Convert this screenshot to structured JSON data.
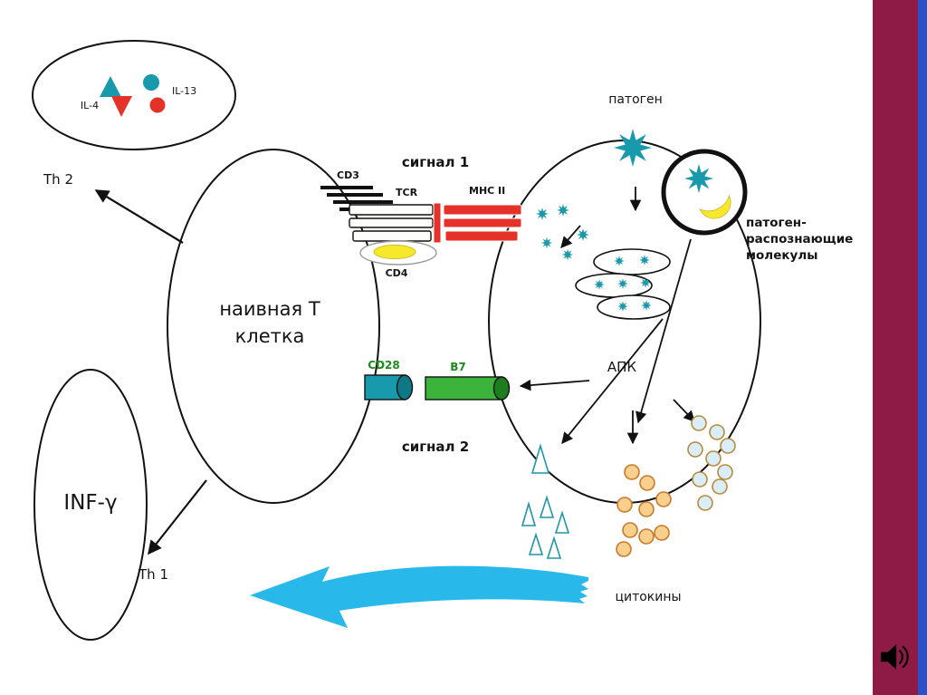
{
  "slide": {
    "cells": {
      "naive_t_line1": "наивная Т",
      "naive_t_line2": "клетка",
      "apc": "АПК"
    },
    "receptors": {
      "cd3": "CD3",
      "tcr": "TCR",
      "mhc2": "MHC II",
      "cd4": "CD4",
      "cd28": "CD28",
      "b7": "B7"
    },
    "signals": {
      "signal1": "сигнал 1",
      "signal2": "сигнал 2"
    },
    "molecules": {
      "pathogen": "патоген",
      "pr_line1": "патоген-",
      "pr_line2": "распознающие",
      "pr_line3": "молекулы",
      "cytokines": "цитокины",
      "il4": "IL-4",
      "il13": "IL-13",
      "inf_gamma": "INF-γ",
      "th1": "Th 1",
      "th2": "Th 2"
    },
    "icons": {
      "pathogen_star": "starburst-icon",
      "crescent": "crescent-icon",
      "speaker": "speaker-icon"
    },
    "colors": {
      "teal": "#1899ac",
      "red": "#e53228",
      "yellow": "#f6e92c",
      "green": "#3cb43c",
      "swoosh_blue": "#29b8ea",
      "sidebar_maroon": "#8d1b45",
      "edge_blue": "#2b50c8"
    }
  }
}
